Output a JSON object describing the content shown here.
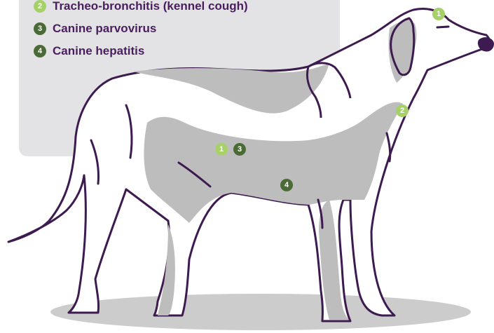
{
  "colors": {
    "light_green": "#a6d168",
    "dark_green": "#4a6b35",
    "outline": "#3d1a4f",
    "shadow": "#bdbdbd",
    "panel": "#e3e3e5",
    "text": "#4a1e5e"
  },
  "legend": {
    "items": [
      {
        "num": "2",
        "label": "Tracheo-bronchitis (kennel cough)",
        "tone": "light"
      },
      {
        "num": "3",
        "label": "Canine parvovirus",
        "tone": "dark"
      },
      {
        "num": "4",
        "label": "Canine hepatitis",
        "tone": "dark"
      }
    ]
  },
  "markers": [
    {
      "num": "1",
      "location": "head",
      "tone": "light"
    },
    {
      "num": "2",
      "location": "neck",
      "tone": "light"
    },
    {
      "num": "1",
      "location": "belly",
      "tone": "light"
    },
    {
      "num": "3",
      "location": "belly",
      "tone": "dark"
    },
    {
      "num": "4",
      "location": "lower-belly",
      "tone": "dark"
    }
  ]
}
